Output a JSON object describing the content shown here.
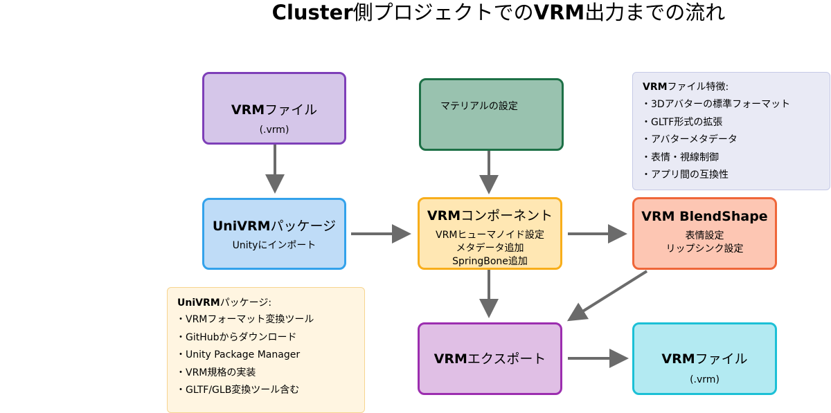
{
  "title": {
    "bold1": "Cluster",
    "part2": "側プロジェクトでの",
    "bold3": "VRM",
    "part4": "出力までの流れ"
  },
  "nodes": {
    "vrm_file_input": {
      "bold": "VRM",
      "text": "ファイル",
      "sub": "(.vrm)"
    },
    "material": {
      "text": "マテリアルの設定"
    },
    "univrm": {
      "bold": "UniVRM",
      "text": "パッケージ",
      "sub": "Unityにインポート"
    },
    "vrm_component": {
      "bold": "VRM",
      "text": "コンポーネント",
      "subs": [
        "VRMヒューマノイド設定",
        "メタデータ追加",
        "SpringBone追加"
      ]
    },
    "blendshape": {
      "bold": "VRM BlendShape",
      "subs": [
        "表情設定",
        "リップシンク設定"
      ]
    },
    "export": {
      "bold": "VRM",
      "text": "エクスポート"
    },
    "vrm_file_output": {
      "bold": "VRM",
      "text": "ファイル",
      "sub": "(.vrm)"
    }
  },
  "notes": {
    "univrm": {
      "bold": "UniVRM",
      "heading": "パッケージ:",
      "items": [
        "VRMフォーマット変換ツール",
        "GitHubからダウンロード",
        "Unity Package Manager",
        "VRM規格の実装",
        "GLTF/GLB変換ツール含む"
      ]
    },
    "vrm_features": {
      "bold": "VRM",
      "heading": "ファイル特徴:",
      "items": [
        "3Dアバターの標準フォーマット",
        "GLTF形式の拡張",
        "アバターメタデータ",
        "表情・視線制御",
        "アプリ間の互換性"
      ]
    }
  },
  "colors": {
    "vrm_file_input": {
      "fill": "#d5c6e9",
      "stroke": "#7e3fb8"
    },
    "material": {
      "fill": "#99c2af",
      "stroke": "#1d7046"
    },
    "univrm": {
      "fill": "#bfdcf7",
      "stroke": "#33a2eb"
    },
    "vrm_component": {
      "fill": "#ffe7b3",
      "stroke": "#f8ae1b"
    },
    "blendshape": {
      "fill": "#fdc6b3",
      "stroke": "#ef6639"
    },
    "export": {
      "fill": "#e0bfe5",
      "stroke": "#9c2eaf"
    },
    "vrm_file_output": {
      "fill": "#b3eaf2",
      "stroke": "#1cc0d6"
    },
    "note_univrm": {
      "fill": "#fff5e1",
      "stroke": "#f6d48f"
    },
    "note_features": {
      "fill": "#e9eaf5",
      "stroke": "#c5c9e6"
    },
    "arrow": "#6b6b6b"
  }
}
